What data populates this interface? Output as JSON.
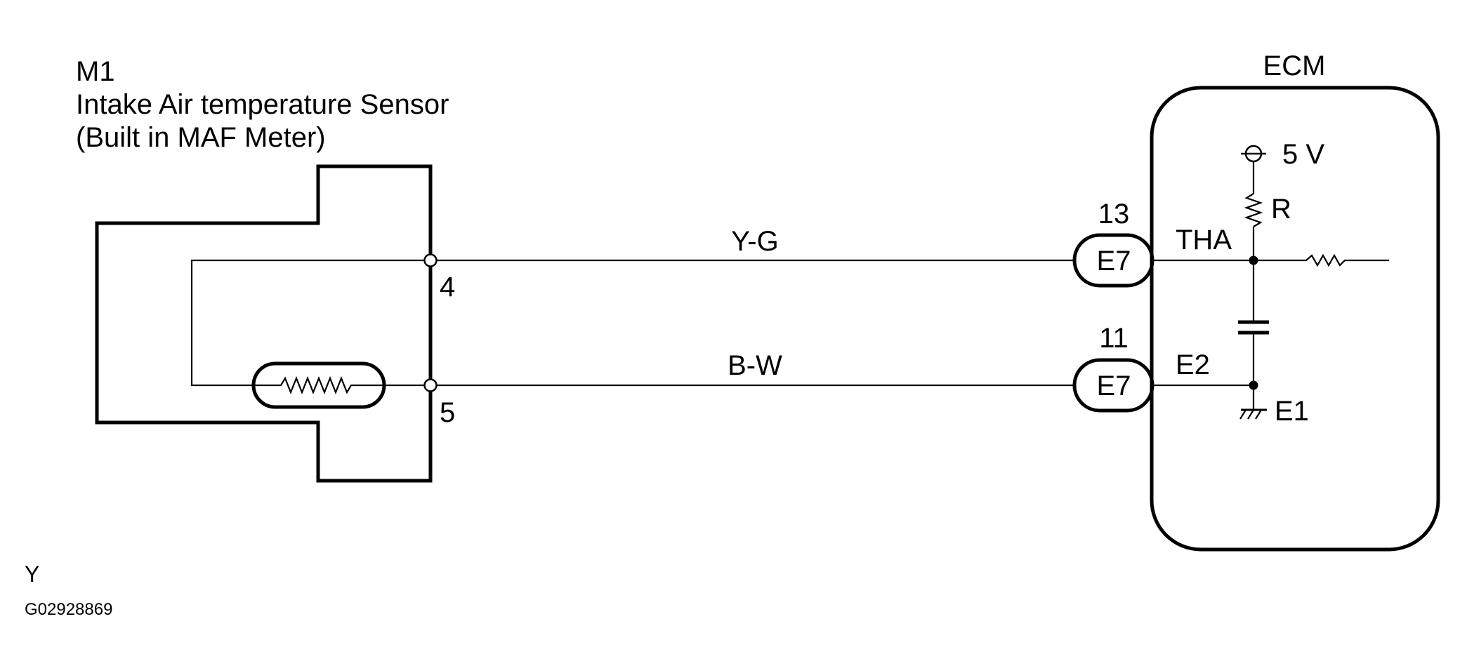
{
  "sensor": {
    "code": "M1",
    "name": "Intake Air temperature Sensor",
    "note": "(Built in MAF Meter)",
    "pins": [
      "4",
      "5"
    ]
  },
  "wires": [
    {
      "color_code": "Y-G",
      "connector": "E7",
      "pin": "13",
      "terminal": "THA"
    },
    {
      "color_code": "B-W",
      "connector": "E7",
      "pin": "11",
      "terminal": "E2"
    }
  ],
  "ecm": {
    "title": "ECM",
    "supply": "5 V",
    "resistor": "R",
    "ground": "E1"
  },
  "footer": {
    "mark": "Y",
    "code": "G02928869"
  },
  "colors": {
    "line": "#000000",
    "background": "#ffffff"
  }
}
